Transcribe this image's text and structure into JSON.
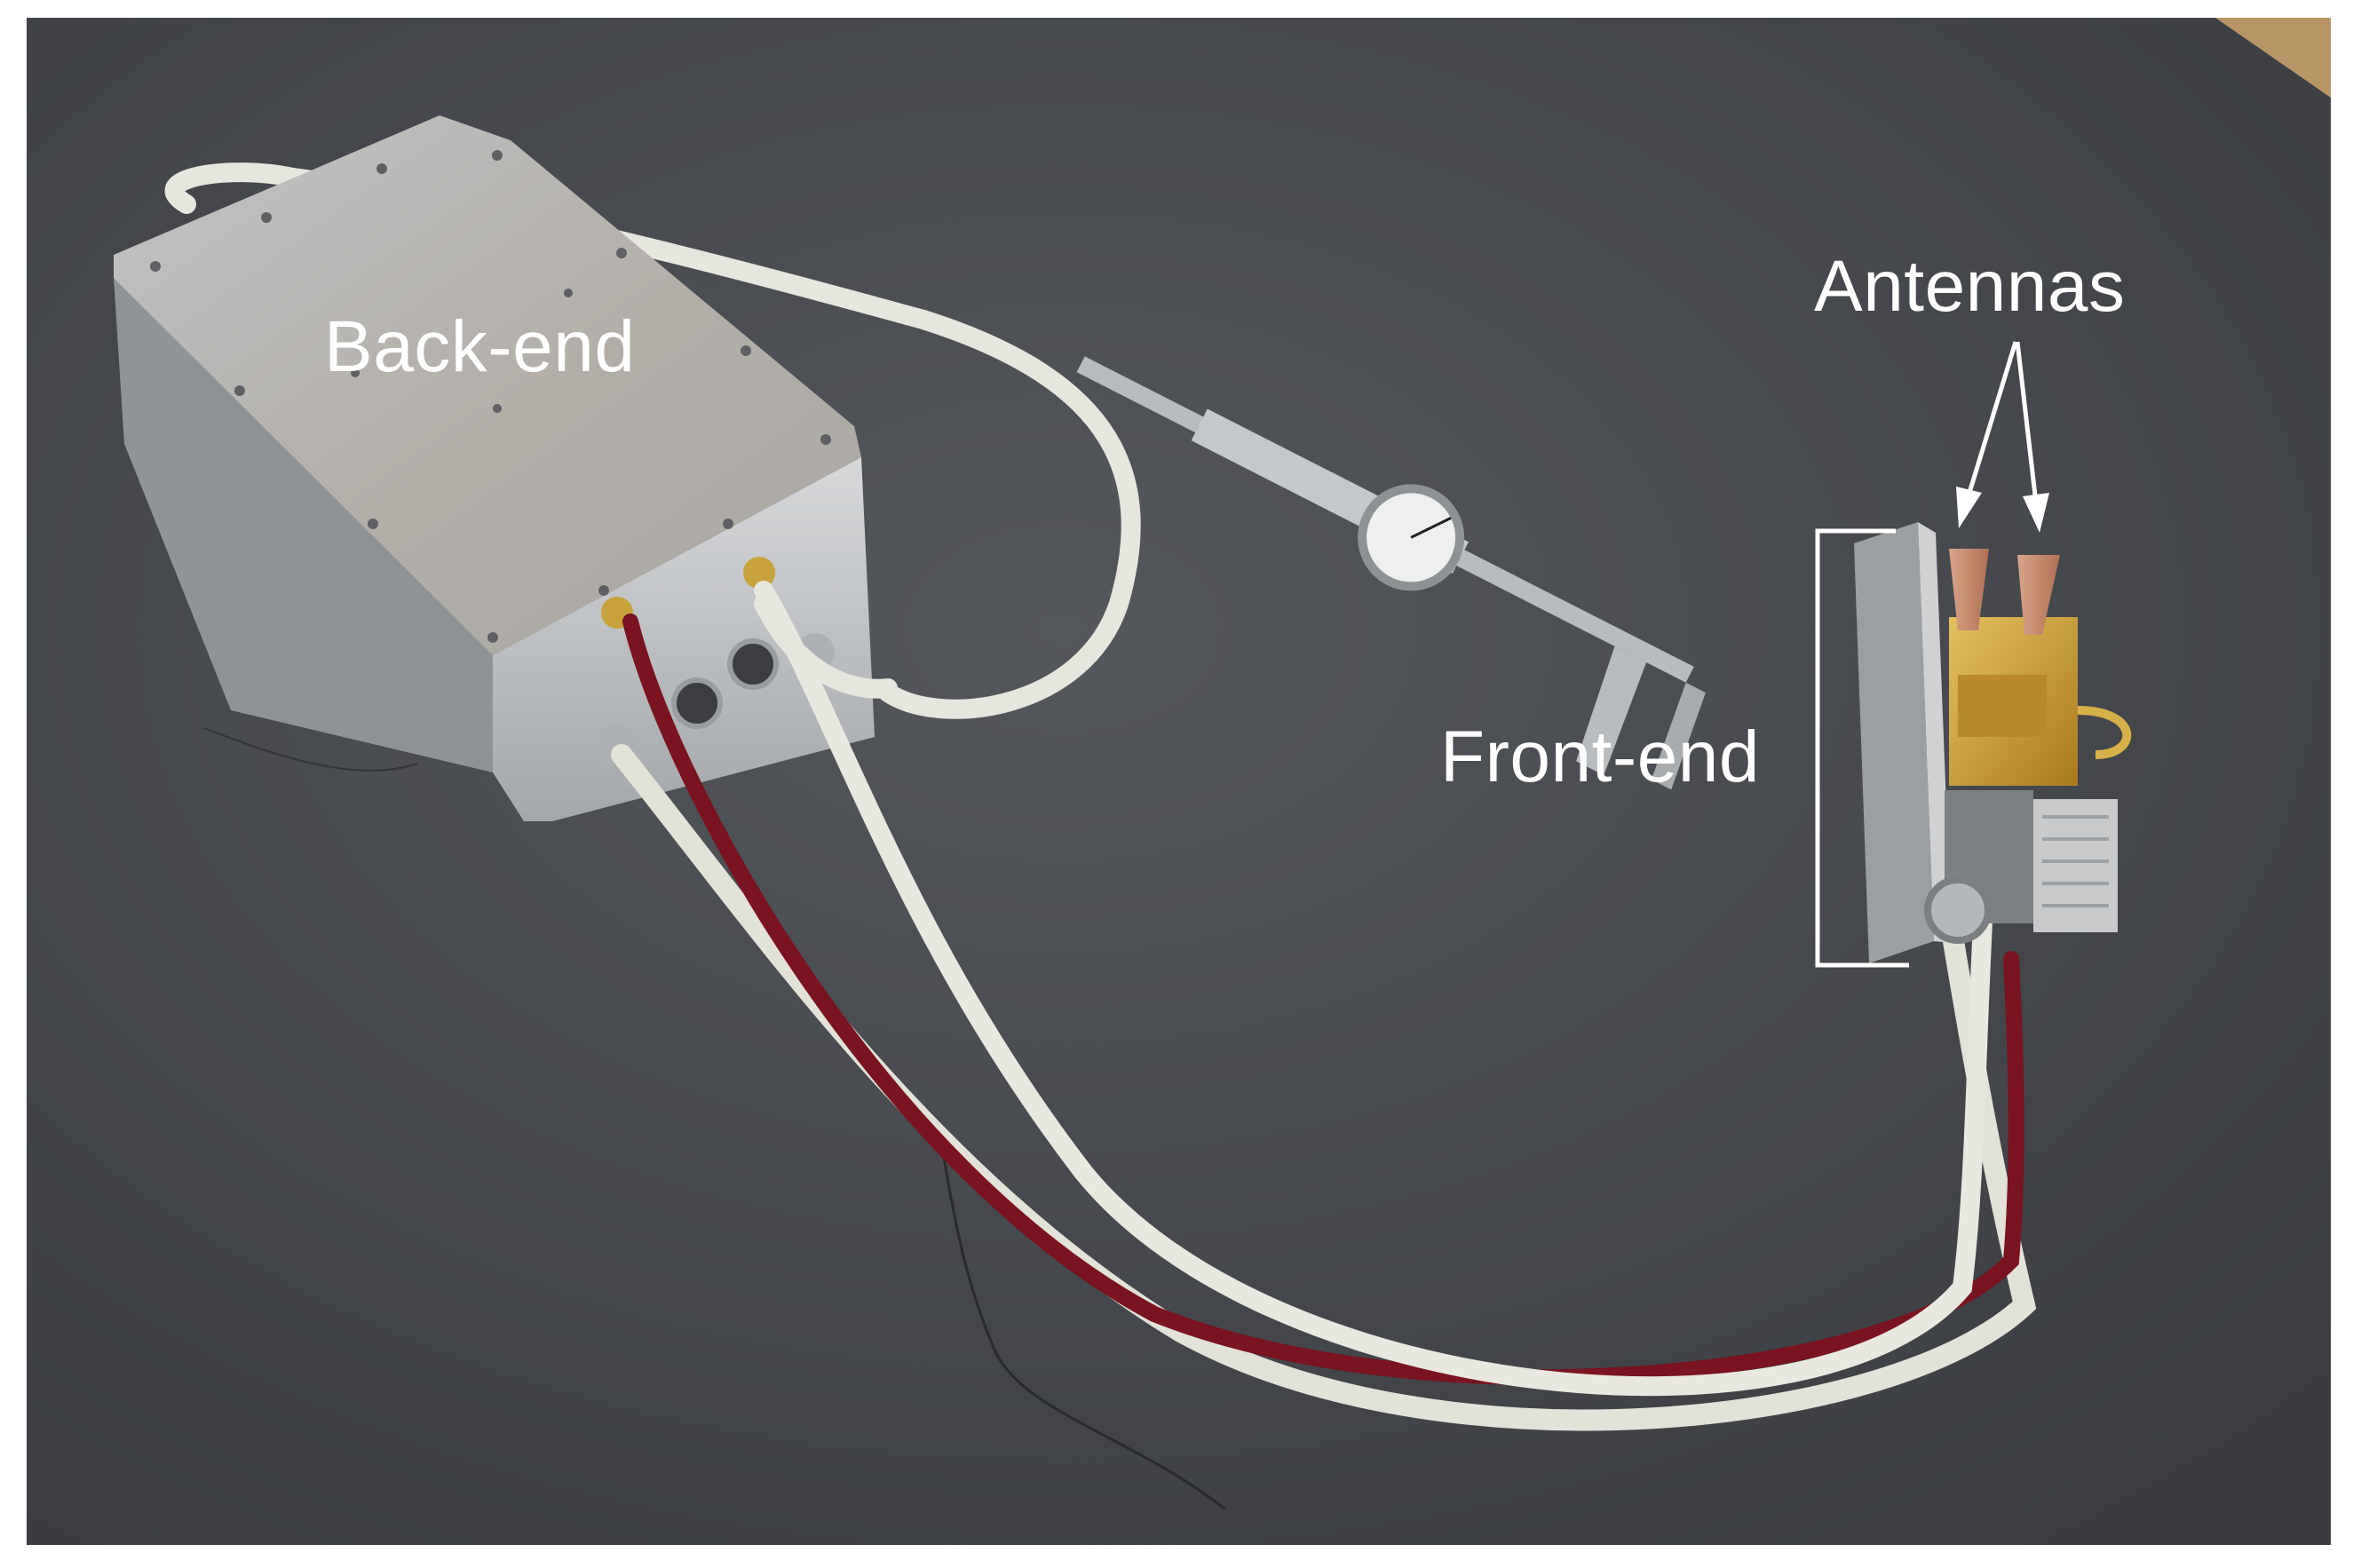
{
  "photo": {
    "labels": {
      "back_end": "Back-end",
      "front_end": "Front-end",
      "antennas": "Antennas"
    },
    "colors": {
      "table_surface": "#45474c",
      "aluminum": "#b9bcbf",
      "white_cable": "#e4e4dc",
      "red_cable": "#7a1420",
      "gold_block": "#c99a2e",
      "copper_horn": "#c98a6e",
      "annotation": "#ffffff"
    }
  }
}
